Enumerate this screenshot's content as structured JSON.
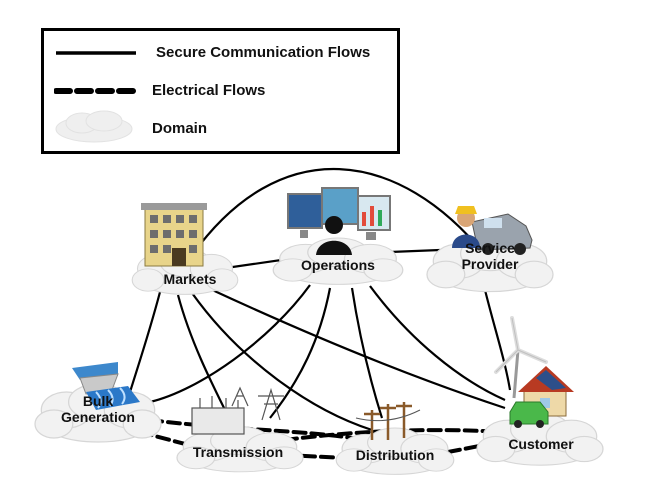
{
  "legend": {
    "secure_label": "Secure Communication Flows",
    "electrical_label": "Electrical Flows",
    "domain_label": "Domain"
  },
  "nodes": {
    "markets": {
      "lines": [
        "Markets"
      ],
      "icon": "office-building-icon"
    },
    "operations": {
      "lines": [
        "Operations"
      ],
      "icon": "operator-monitors-icon"
    },
    "service_provider": {
      "lines": [
        "Service",
        "Provider"
      ],
      "icon": "technician-truck-icon"
    },
    "bulk_generation": {
      "lines": [
        "Bulk",
        "Generation"
      ],
      "icon": "hydro-dam-icon"
    },
    "transmission": {
      "lines": [
        "Transmission"
      ],
      "icon": "substation-tower-icon"
    },
    "distribution": {
      "lines": [
        "Distribution"
      ],
      "icon": "utility-pole-icon"
    },
    "customer": {
      "lines": [
        "Customer"
      ],
      "icon": "house-windturbine-ev-icon"
    }
  },
  "colors": {
    "line": "#000000",
    "cloud_fill": "#f2f2f2",
    "cloud_stroke": "#d8d8d8"
  }
}
